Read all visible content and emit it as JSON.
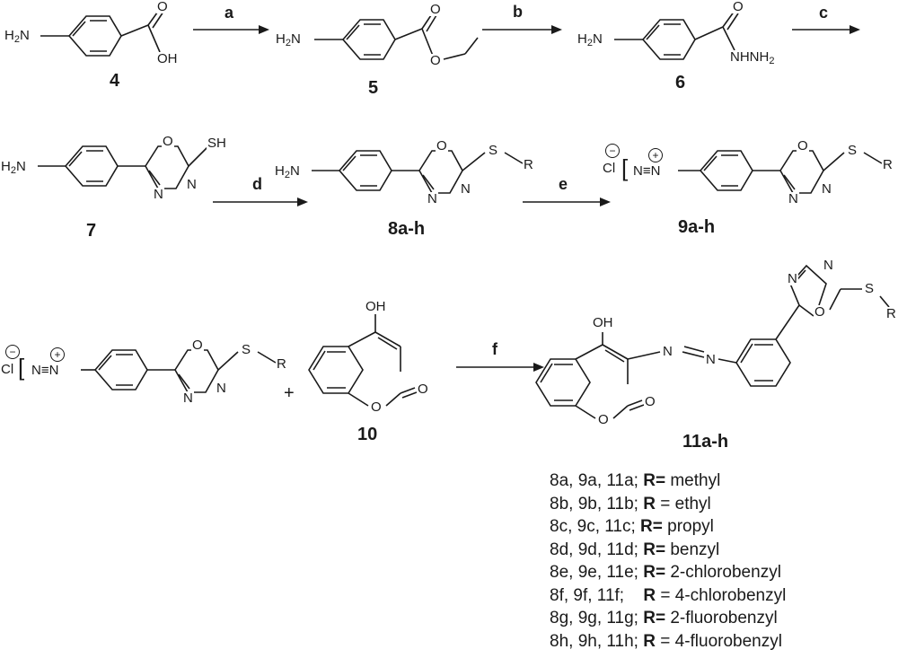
{
  "compounds": {
    "c4": {
      "label": "4",
      "amine": "H2N",
      "oh": "OH",
      "o": "O"
    },
    "c5": {
      "label": "5",
      "amine": "H2N",
      "o1": "O",
      "o2": "O"
    },
    "c6": {
      "label": "6",
      "amine": "H2N",
      "o": "O",
      "hydrazide": "NHNH2"
    },
    "c7": {
      "label": "7",
      "amine": "H2N",
      "ring_o": "O",
      "n1": "N",
      "n2": "N",
      "sh": "SH"
    },
    "c8": {
      "label": "8a-h",
      "amine": "H2N",
      "ring_o": "O",
      "n1": "N",
      "n2": "N",
      "s": "S",
      "r": "R"
    },
    "c9": {
      "label": "9a-h",
      "cl": "Cl",
      "diazo": "N≡N",
      "ring_o": "O",
      "n1": "N",
      "n2": "N",
      "s": "S",
      "r": "R"
    },
    "c9b": {
      "cl": "Cl",
      "diazo": "N≡N",
      "ring_o": "O",
      "n1": "N",
      "n2": "N",
      "s": "S",
      "r": "R"
    },
    "c10": {
      "label": "10",
      "oh": "OH",
      "ring_o": "O",
      "o": "O"
    },
    "c11": {
      "label": "11a-h",
      "oh": "OH",
      "ring_o": "O",
      "o": "O",
      "n1": "N",
      "n2": "N",
      "tn1": "N",
      "tn2": "N",
      "t_o": "O",
      "s": "S",
      "r": "R"
    }
  },
  "steps": [
    "a",
    "b",
    "c",
    "d",
    "e",
    "f"
  ],
  "plus": "+",
  "charges": {
    "neg": "−",
    "pos": "+"
  },
  "legend": [
    {
      "compounds": "8a, 9a, 11a;",
      "r": "R=",
      "sub": "methyl"
    },
    {
      "compounds": "8b, 9b, 11b;",
      "r": "R",
      "sub": "= ethyl"
    },
    {
      "compounds": "8c, 9c, 11c;",
      "r": "R=",
      "sub": "propyl"
    },
    {
      "compounds": "8d, 9d, 11d;",
      "r": "R=",
      "sub": "benzyl"
    },
    {
      "compounds": "8e, 9e, 11e;",
      "r": "R=",
      "sub": "2-chlorobenzyl"
    },
    {
      "compounds": "8f, 9f, 11f;",
      "r": "R",
      "sub": "= 4-chlorobenzyl"
    },
    {
      "compounds": "8g, 9g, 11g;",
      "r": "R=",
      "sub": "2-fluorobenzyl"
    },
    {
      "compounds": "8h, 9h, 11h;",
      "r": "R",
      "sub": "= 4-fluorobenzyl"
    }
  ]
}
